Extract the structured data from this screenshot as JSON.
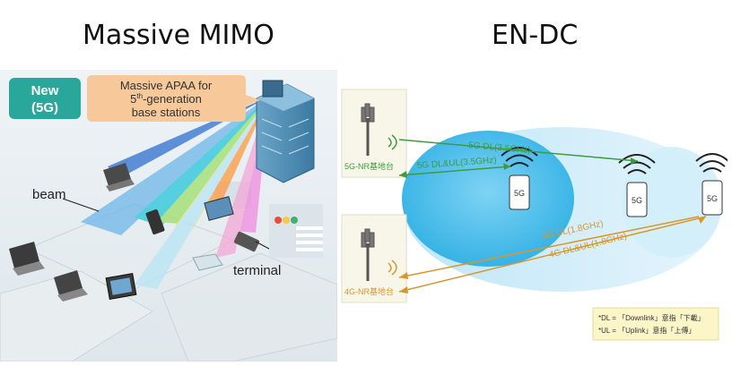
{
  "titles": {
    "left": "Massive MIMO",
    "right": "EN-DC"
  },
  "mimo": {
    "badge_line1": "New",
    "badge_line2": "(5G)",
    "callout_line1": "Massive APAA for",
    "callout_line2_pre": "5",
    "callout_line2_sup": "th",
    "callout_line2_post": "-generation",
    "callout_line3": "base stations",
    "beam_label": "beam",
    "terminal_label": "terminal"
  },
  "endc": {
    "station_5g_label": "5G-NR基地台",
    "station_4g_label": "4G-NR基地台",
    "phone_label": "5G",
    "link_5g_dl": "5G DL(3.5GHz)",
    "link_5g_dlul": "5G DL&UL(3.5GHz)",
    "link_4g_ul": "4G UL(1.8GHz)",
    "link_4g_dlul": "4G DL&UL(1.8GHz)",
    "note_dl": "*DL = 「Downlink」意指「下載」",
    "note_ul": "*UL = 「Uplink」意指「上傳」"
  },
  "colors": {
    "badge": "#2aa79b",
    "callout": "#f6c89a",
    "coverage_5g": "#3fb8e8",
    "coverage_outer": "#d9effb",
    "link_5g": "#3f9a3f",
    "link_4g": "#d9962b",
    "note_bg": "#fbf5c8"
  }
}
